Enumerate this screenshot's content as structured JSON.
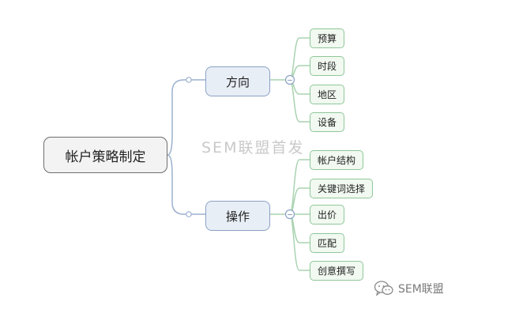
{
  "root": {
    "label": "帐户策略制定"
  },
  "branches": [
    {
      "label": "方向",
      "children": [
        "预算",
        "时段",
        "地区",
        "设备"
      ]
    },
    {
      "label": "操作",
      "children": [
        "帐户结构",
        "关键词选择",
        "出价",
        "匹配",
        "创意撰写"
      ]
    }
  ],
  "collapse_symbol": "−",
  "watermark": "SEM联盟首发",
  "brand": {
    "icon": "wechat-icon",
    "text": "SEM联盟"
  },
  "colors": {
    "root_border": "#6d6d6d",
    "branch_border": "#8aa2c3",
    "leaf_border": "#8fc79a",
    "link": "#9bb0cf",
    "leaf_link": "#a9d3b1"
  }
}
